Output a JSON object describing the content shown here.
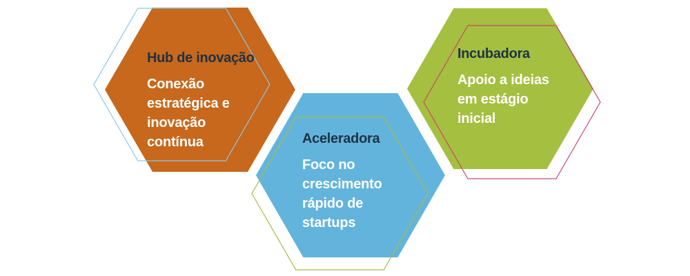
{
  "page": {
    "background": "#FFFFFF"
  },
  "hexagons": [
    {
      "id": "hub-de-inovacao",
      "title": "Hub de inovação",
      "body": "Conexão\nestratégica e\ninovação\ncontínua",
      "fill_color": "#C7681C",
      "outline_color": "#8BC7E9",
      "title_color": "#1E3243",
      "body_color": "#FFFFFF"
    },
    {
      "id": "aceleradora",
      "title": "Aceleradora",
      "body": "Foco no\ncrescimento\nrápido de\nstartups",
      "fill_color": "#63B4DC",
      "outline_color": "#A9BA45",
      "title_color": "#1E3243",
      "body_color": "#FFFFFF"
    },
    {
      "id": "incubadora",
      "title": "Incubadora",
      "body": "Apoio a ideias\nem estágio\ninicial",
      "fill_color": "#A5BF40",
      "outline_color": "#C9496B",
      "title_color": "#1E3243",
      "body_color": "#FFFFFF"
    }
  ]
}
